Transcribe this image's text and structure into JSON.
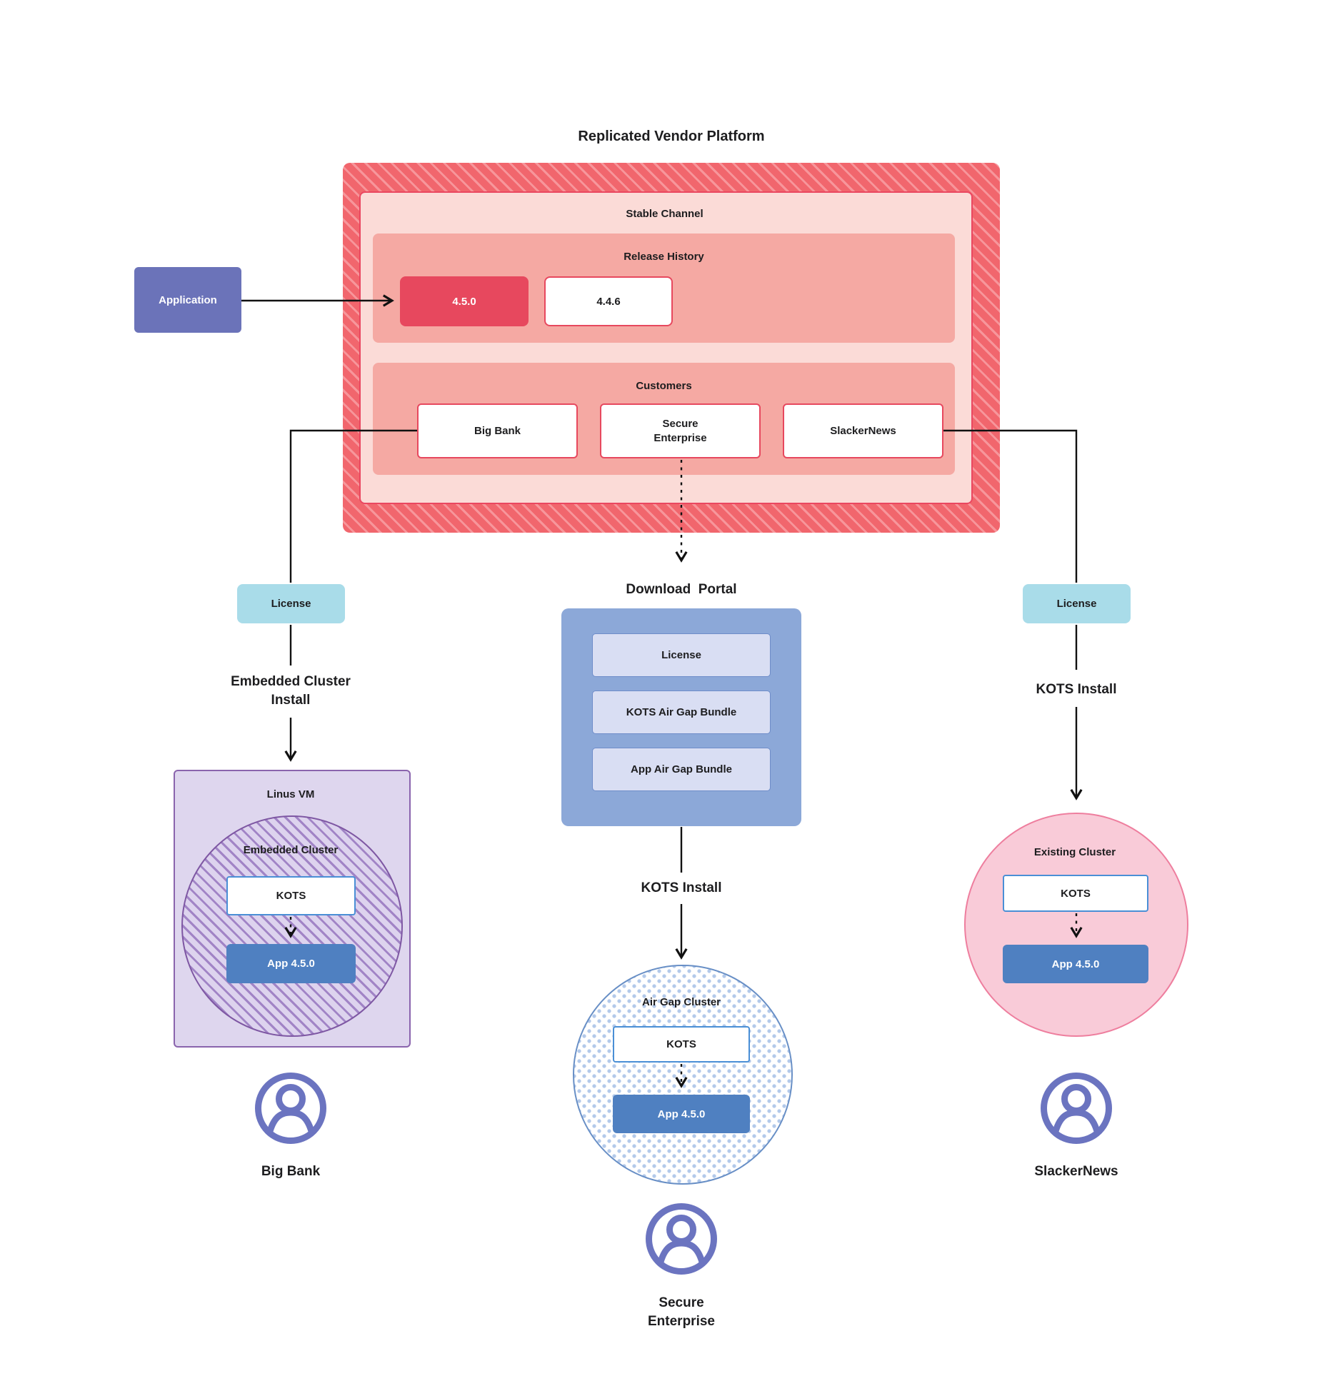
{
  "title": "Replicated Vendor Platform",
  "application_label": "Application",
  "platform": {
    "stable_channel_label": "Stable Channel",
    "release_history_label": "Release History",
    "releases": {
      "current": "4.5.0",
      "previous": "4.4.6"
    },
    "customers_label": "Customers",
    "customers": {
      "big_bank": "Big Bank",
      "secure_enterprise": "Secure Enterprise",
      "slacker_news": "SlackerNews"
    }
  },
  "left_branch": {
    "license_label": "License",
    "install_label": "Embedded Cluster Install",
    "vm_label": "Linus VM",
    "cluster_label": "Embedded Cluster",
    "kots_label": "KOTS",
    "app_label": "App 4.5.0",
    "user_label": "Big Bank"
  },
  "middle_branch": {
    "portal_label": "Download  Portal",
    "portal_items": {
      "license": "License",
      "kots_bundle": "KOTS Air Gap Bundle",
      "app_bundle": "App Air Gap Bundle"
    },
    "install_label": "KOTS Install",
    "cluster_label": "Air Gap Cluster",
    "kots_label": "KOTS",
    "app_label": "App 4.5.0",
    "user_label": "Secure Enterprise"
  },
  "right_branch": {
    "license_label": "License",
    "install_label": "KOTS Install",
    "cluster_label": "Existing Cluster",
    "kots_label": "KOTS",
    "app_label": "App 4.5.0",
    "user_label": "SlackerNews"
  },
  "colors": {
    "platform_red": "#f1666d",
    "platform_red_stripe": "#f7969b",
    "release_current_red": "#e7485e",
    "salmon": "#f5a9a3",
    "light_pink": "#fbdbd7",
    "application_indigo": "#6b73b9",
    "license_teal": "#a9dce9",
    "portal_blue": "#8ca8d8",
    "portal_item_blue": "#d9def3",
    "app_chip_blue": "#4f80c1",
    "vm_lavender": "#ded6ee",
    "purple_border": "#8a64ad",
    "existing_cluster_pink": "#f9cbd8",
    "pink_border": "#ee7e9e",
    "user_icon_indigo": "#6b74c0",
    "connector_black": "#111111"
  }
}
